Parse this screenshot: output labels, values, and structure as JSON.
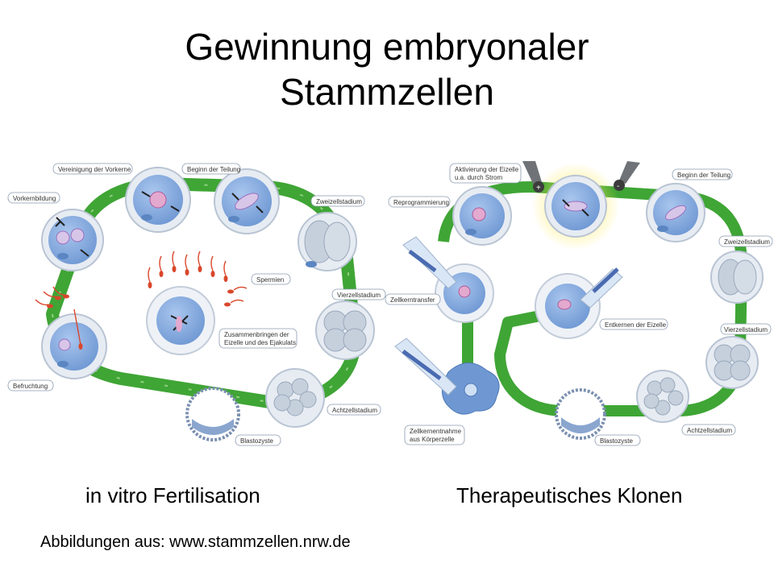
{
  "title": {
    "line1": "Gewinnung embryonaler",
    "line2": "Stammzellen"
  },
  "captions": {
    "left": "in vitro Fertilisation",
    "right": "Therapeutisches Klonen"
  },
  "source": "Abbildungen aus: www.stammzellen.nrw.de",
  "colors": {
    "ring": "#3fa535",
    "cell": "#7fa7dc",
    "zona": "#e7ecf3",
    "sperm": "#d9472b",
    "label_border": "#8a9bb0"
  },
  "ivf": {
    "labels": {
      "vereinigung": "Vereinigung der Vorkerne",
      "beginn": "Beginn der Teilung",
      "vorkernbildung": "Vorkernbildung",
      "zweizell": "Zweizellstadium",
      "spermien": "Spermien",
      "vierzell": "Vierzellstadium",
      "zusammen1": "Zusammenbringen der",
      "zusammen2": "Eizelle und des Ejakulats",
      "befruchtung": "Befruchtung",
      "achtzell": "Achtzellstadium",
      "blastozyste": "Blastozyste"
    }
  },
  "klonen": {
    "labels": {
      "aktivierung1": "Aktivierung der Eizelle",
      "aktivierung2": "u.a. durch Strom",
      "beginn": "Beginn der Teilung",
      "reprogrammierung": "Reprogrammierung",
      "zweizell": "Zweizellstadium",
      "zellkerntransfer": "Zellkerntransfer",
      "entkernen": "Entkernen der Eizelle",
      "vierzell": "Vierzellstadium",
      "zellkernentnahme1": "Zellkernentnahme",
      "zellkernentnahme2": "aus Körperzelle",
      "achtzell": "Achtzellstadium",
      "blastozyste": "Blastozyste",
      "plus": "+",
      "minus": "-"
    }
  }
}
